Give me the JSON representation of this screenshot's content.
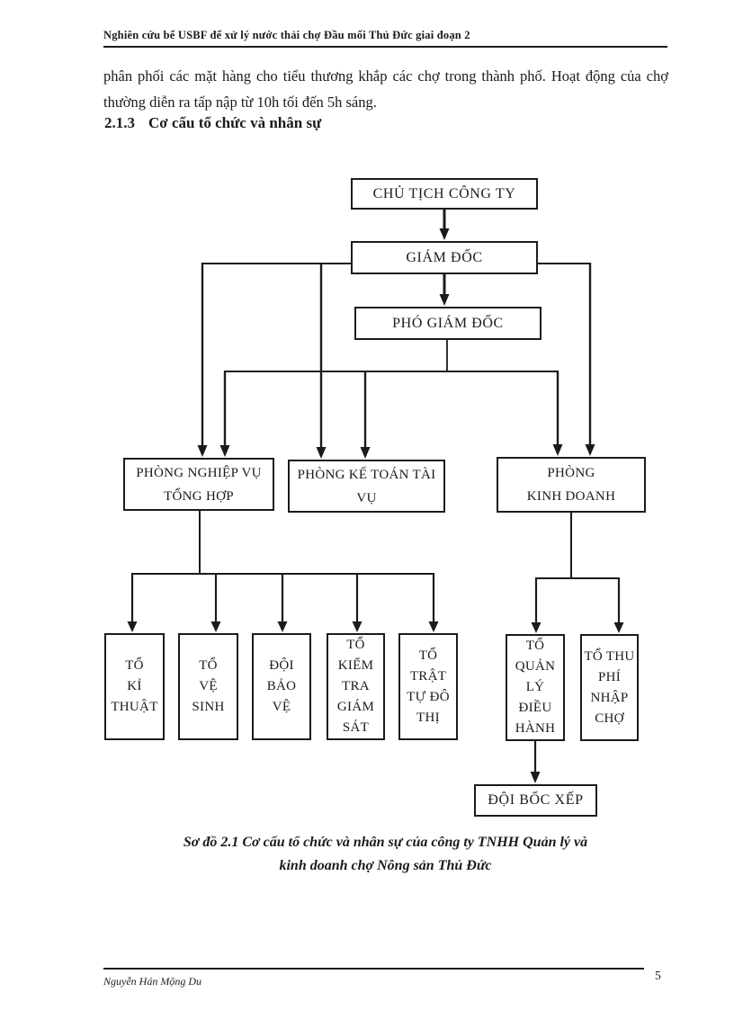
{
  "page": {
    "header": {
      "title": "Nghiên cứu bể USBF để xử lý nước thải chợ Đầu mối Thủ Đức giai đoạn 2"
    },
    "body": {
      "paragraph": "phân phối các mặt hàng cho tiểu thương khắp các chợ trong thành phố. Hoạt động của chợ thường diễn ra tấp nập từ 10h tối đến 5h sáng."
    },
    "section": {
      "number": "2.1.3",
      "title": "Cơ cấu tổ chức và nhân sự"
    },
    "footer": {
      "author": "Nguyễn Hán Mộng Du",
      "page_number": "5"
    }
  },
  "diagram": {
    "type": "org-chart",
    "caption": "Sơ đồ 2.1 Cơ cấu tổ chức và nhân sự của công ty TNHH Quản lý và\nkinh doanh chợ Nông sản Thủ Đức",
    "colors": {
      "line": "#1b1b1b",
      "box_border": "#1b1b1b",
      "text": "#1b1b1b",
      "background": "#ffffff"
    },
    "nodes": {
      "chairman": "CHỦ TỊCH CÔNG TY",
      "director": "GIÁM ĐỐC",
      "deputy_director": "PHÓ GIÁM ĐỐC",
      "dept_general_affairs": "PHÒNG NGHIỆP VỤ\nTỔNG HỢP",
      "dept_accounting": "PHÒNG KẾ TOÁN TÀI\nVỤ",
      "dept_business": "PHÒNG\nKINH DOANH",
      "team_technical": "TỔ\nKỈ\nTHUẬT",
      "team_sanitation": "TỔ\nVỆ\nSINH",
      "team_security": "ĐỘI\nBẢO\nVỆ",
      "team_inspection": "TỔ\nKIỂM\nTRA\nGIÁM\nSÁT",
      "team_urban_order": "TỔ\nTRẬT\nTỰ ĐÔ\nTHỊ",
      "team_operation": "TỔ\nQUẢN\nLÝ\nĐIỀU\nHÀNH",
      "team_fee_collection": "TỔ THU\nPHÍ\nNHẬP\nCHỢ",
      "team_loading": "ĐỘI BỐC XẾP"
    }
  }
}
